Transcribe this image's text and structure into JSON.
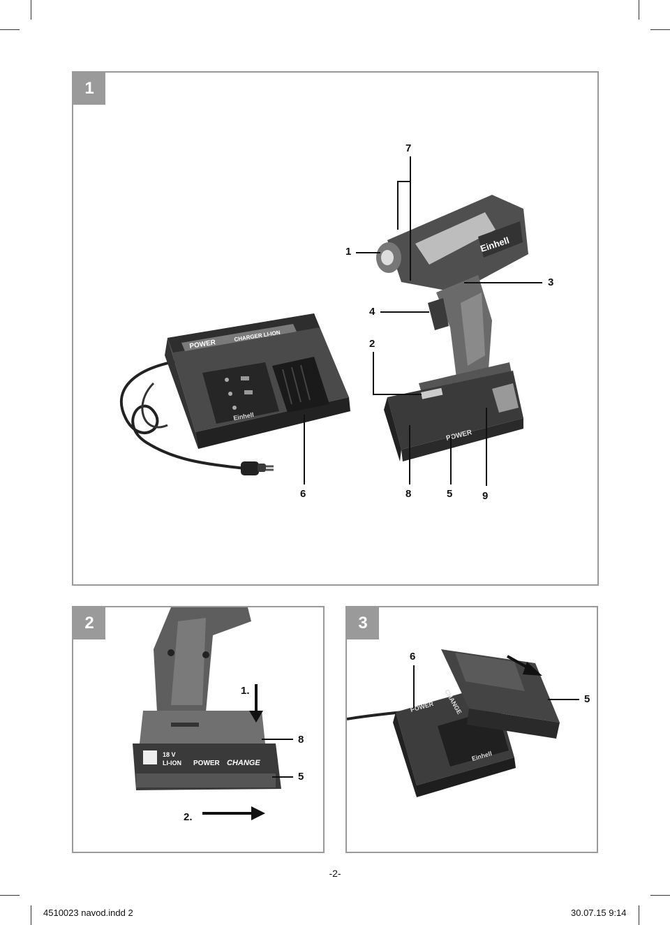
{
  "figures": [
    {
      "number": "1",
      "callouts": [
        "7",
        "1",
        "3",
        "4",
        "2",
        "6",
        "8",
        "5",
        "9"
      ],
      "charger_labels": {
        "power": "POWER",
        "charger": "CHARGER LI-ION",
        "brand": "Einhell"
      },
      "tool_brand": "Einhell",
      "battery_label": "POWER"
    },
    {
      "number": "2",
      "callouts": [
        "8",
        "5"
      ],
      "steps": [
        "1.",
        "2."
      ],
      "battery_labels": {
        "voltage": "18 V",
        "chem": "LI-ION",
        "power": "POWER",
        "change": "CHANGE"
      }
    },
    {
      "number": "3",
      "callouts": [
        "6",
        "5"
      ],
      "charger_labels": {
        "power": "POWER",
        "change": "CHANGE",
        "brand": "Einhell"
      }
    }
  ],
  "page_number": "-2-",
  "footer": {
    "file": "4510023 navod.indd   2",
    "date": "30.07.15   9:14"
  },
  "colors": {
    "frame": "#9a9a9a",
    "device_dark": "#2a2a2a",
    "device_mid": "#5a5a5a",
    "device_light": "#8c8c8c"
  }
}
